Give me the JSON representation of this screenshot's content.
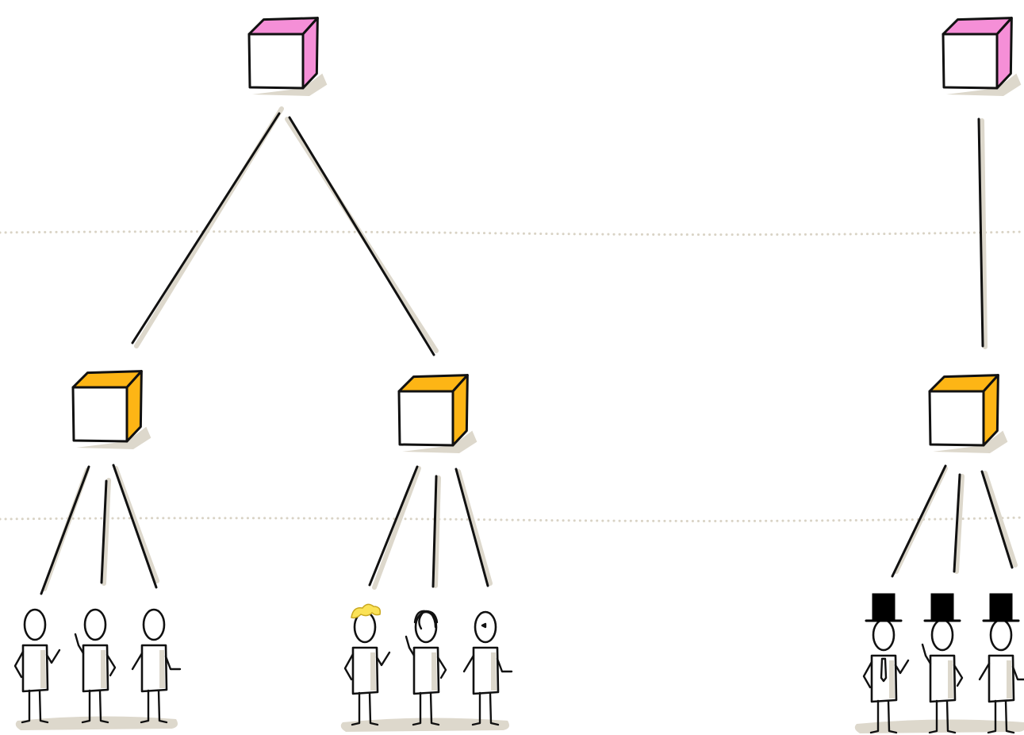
{
  "diagram": {
    "colors": {
      "top_cube": "#f58fd7",
      "mid_cube": "#fdb515",
      "ink": "#111111",
      "shadow": "#ddd8cc",
      "hair_yellow": "#fbe256",
      "hat": "#000000",
      "dotted_line": "#d9d3c5"
    },
    "levels": [
      "top",
      "middle",
      "people"
    ],
    "left_hierarchy": {
      "top_cube_icon": "pink-cube-icon",
      "middle_cubes": 2,
      "groups": [
        {
          "people": [
            "plain",
            "plain",
            "plain"
          ]
        },
        {
          "people": [
            "blonde-hair",
            "dark-hair",
            "plain-winking"
          ]
        }
      ]
    },
    "right_hierarchy": {
      "top_cube_icon": "pink-cube-icon",
      "middle_cubes": 1,
      "groups": [
        {
          "people": [
            "top-hat-tie",
            "top-hat",
            "top-hat"
          ]
        }
      ]
    }
  }
}
